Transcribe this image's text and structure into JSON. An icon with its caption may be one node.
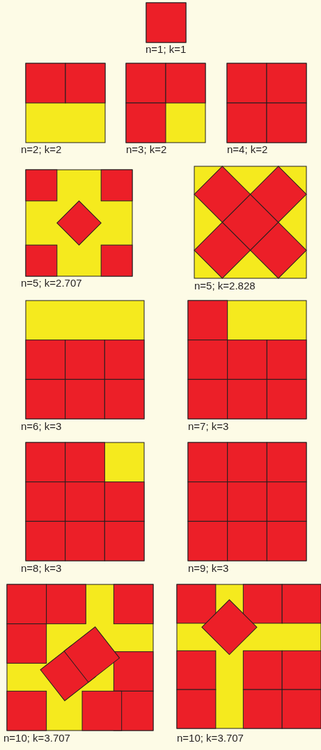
{
  "diagram": {
    "labels": [
      "n=1; k=1",
      "n=2; k=2",
      "n=3; k=2",
      "n=4; k=2",
      "n=5; k=2.707",
      "n=5; k=2.828",
      "n=6; k=3",
      "n=7; k=3",
      "n=8; k=3",
      "n=9; k=3",
      "n=10; k=3.707",
      "n=10; k=3.707"
    ]
  }
}
